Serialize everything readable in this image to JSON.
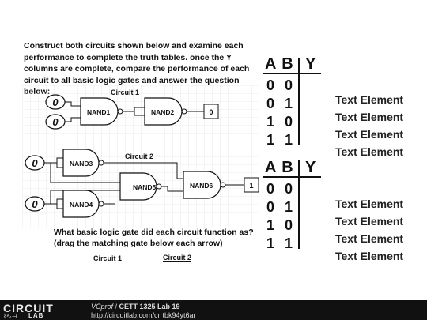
{
  "instructions": "Construct both circuits shown below and examine each performance to complete the truth tables. once the Y columns are complete, compare the performance of each circuit to all basic logic gates and answer the question below:",
  "question": "What basic logic gate did each circuit function as? (drag the matching gate below each arrow)",
  "circuit1": {
    "title": "Circuit 1",
    "input_a": "0",
    "input_b": "0",
    "gate1": "NAND1",
    "gate2": "NAND2",
    "output": "0"
  },
  "circuit2": {
    "title": "Circuit 2",
    "input_a": "0",
    "input_b": "0",
    "gate_a": "NAND3",
    "gate_b": "NAND4",
    "gate_c": "NAND5",
    "gate_d": "NAND6",
    "output": "1"
  },
  "bottom_labels": {
    "c1": "Circuit 1",
    "c2": "Circuit 2"
  },
  "truth_table1": {
    "header_ab": "A B",
    "header_y": "Y",
    "rows": [
      "0 0",
      "0 1",
      "1 0",
      "1 1"
    ]
  },
  "truth_table2": {
    "header_ab": "A B",
    "header_y": "Y",
    "rows": [
      "0 0",
      "0 1",
      "1 0",
      "1 1"
    ]
  },
  "text_elements": [
    "Text Element",
    "Text Element",
    "Text Element",
    "Text Element",
    "Text Element",
    "Text Element",
    "Text Element",
    "Text Element"
  ],
  "footer": {
    "logo_top": "CIRCUIT",
    "logo_bottom": "LAB",
    "author": "VCprof",
    "separator": " / ",
    "title": "CETT 1325 Lab 19",
    "url": "http://circuitlab.com/crrtbk94yt6ar"
  }
}
